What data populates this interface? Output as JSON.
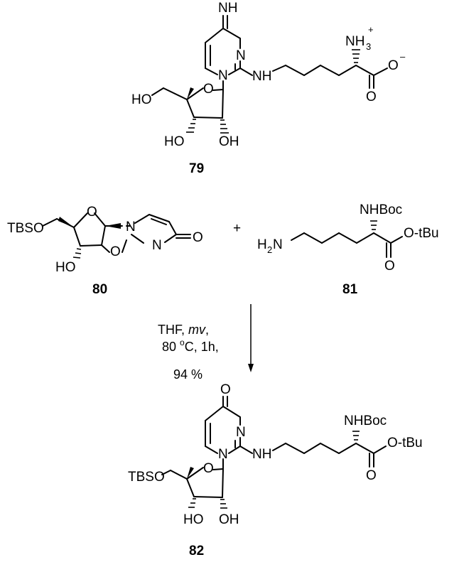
{
  "compounds": [
    {
      "id": "79"
    },
    {
      "id": "80"
    },
    {
      "id": "81"
    },
    {
      "id": "82"
    }
  ],
  "atoms": {
    "c79": {
      "imine": "NH",
      "n_ring_top": "N",
      "n_ring_bottom": "N",
      "nh_link": "NH",
      "nh3": "NH",
      "nh3_sub": "3",
      "nh3_charge": "+",
      "carboxyl_o": "O",
      "carboxyl_charge": "–",
      "carbonyl_o": "O",
      "ho_5": "HO",
      "ring_o": "O",
      "ho_3": "HO",
      "oh_2": "OH"
    },
    "c80": {
      "tbso": "TBSO",
      "ring_o": "O",
      "n_bridge": "N",
      "n_ring": "N",
      "carbonyl_o": "O",
      "ox_o": "O",
      "ho": "HO"
    },
    "c81": {
      "h2n": "H",
      "h2n_sub": "2",
      "h2n_n": "N",
      "nhboc": "NHBoc",
      "otbu": "O-tBu",
      "carbonyl_o": "O"
    },
    "c82": {
      "carbonyl_o": "O",
      "n_ring_top": "N",
      "n_ring_bottom": "N",
      "nh_link": "NH",
      "nhboc": "NHBoc",
      "otbu": "O-tBu",
      "carbonyl_o2": "O",
      "tbso": "TBSO",
      "ring_o": "O",
      "ho_3": "HO",
      "oh_2": "OH"
    }
  },
  "plus_sign": "+",
  "conditions": {
    "line1_prefix": "THF, ",
    "line1_italic": "mv",
    "line1_suffix": ",",
    "line2_a": "80 ",
    "line2_deg": "o",
    "line2_b": "C, 1h,",
    "yield": "94 %"
  }
}
